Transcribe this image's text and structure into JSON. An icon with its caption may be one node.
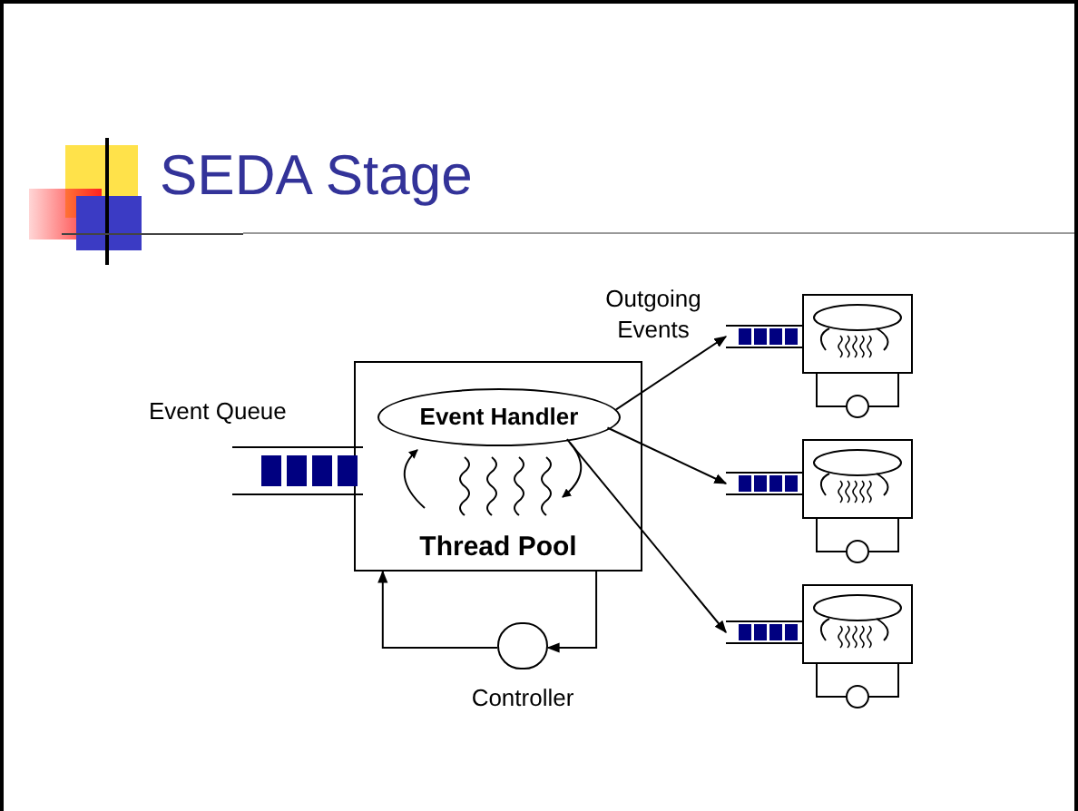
{
  "diagram": {
    "title": "SEDA Stage",
    "nodes": [
      {
        "text": [
          "Thread Pool"
        ]
      },
      {
        "text": [
          "Event Handler"
        ],
        "in": 0
      },
      {
        "text": [
          "Event Queue"
        ]
      },
      {
        "text": [
          "Controller"
        ]
      },
      {
        "text": [],
        "shape": "box"
      },
      {
        "text": [],
        "shape": "box"
      },
      {
        "text": [],
        "shape": "box"
      },
      {
        "text": [],
        "shape": "box"
      },
      {
        "text": [],
        "shape": "box"
      },
      {
        "text": [],
        "shape": "box"
      }
    ],
    "edges": [
      {
        "from": 1,
        "to": 4,
        "arrow": "to"
      },
      {
        "from": 1,
        "to": 5,
        "arrow": "to"
      },
      {
        "from": 1,
        "to": 6,
        "arrow": "to"
      },
      {
        "from": 0,
        "to": 3,
        "arrow": "to"
      },
      {
        "from": 3,
        "to": 0,
        "arrow": "to"
      }
    ],
    "labels": [
      "Outgoing Events"
    ]
  }
}
